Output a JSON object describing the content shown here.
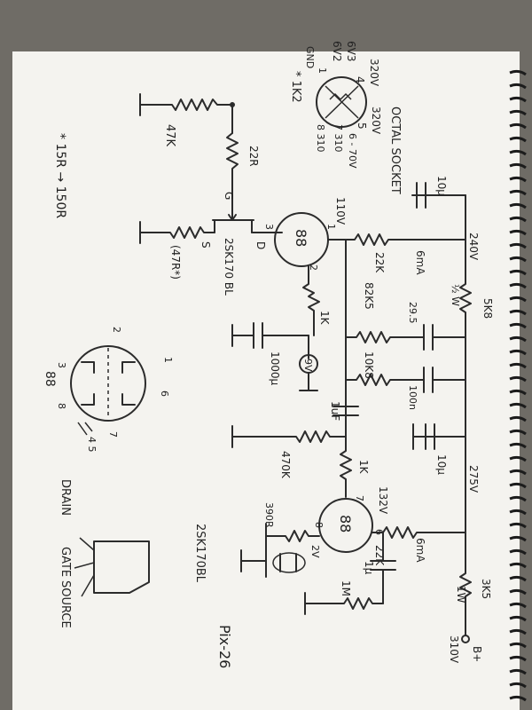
{
  "labels": {
    "octal_socket": "OCTAL SOCKET",
    "v320": "320V",
    "v320b": "320V",
    "pin_6v3": "6V3",
    "pin_6v2": "6V2",
    "pin_gnd": "GND",
    "pin_4": "4",
    "pin_5": "5",
    "pin_1": "1",
    "pin_7_310": "7 310",
    "pin_8_310": "8 310",
    "pin_6_70v": "6 - 70V",
    "star_1k2": "* 1K2",
    "r_47k": "47K",
    "r_22r": "22R",
    "g": "G",
    "s": "S",
    "d": "D",
    "r_47r": "(47R*)",
    "jfet_part": "2SK170 BL",
    "star_15r": "* 15R → 150R",
    "tube1": "88",
    "pin3": "3",
    "pin1": "1",
    "pin2": "2",
    "v110": "110V",
    "c_10u": "10µ",
    "v240": "240V",
    "r_5k8": "5K8",
    "r_half_w": "½ W",
    "ma6": "6mA",
    "r_22k": "22K",
    "r_82k5": "82K5",
    "v29_5": "29.5",
    "r_1k": "1K",
    "r_10k8": "10K8",
    "c_1000u": "1000µ",
    "c_100n": "100n",
    "bat_9v": "9V",
    "c_1uf": "1uF",
    "c_10u2": "10µ",
    "r_470k": "470K",
    "r_1k2": "1K",
    "v275": "275V",
    "v132": "132V",
    "tube2": "88",
    "p8": "8",
    "p6": "6",
    "p7": "7",
    "r_390r": "390R",
    "v2": "2V",
    "ma6b": "6mA",
    "r_22k2": "22K",
    "c_1u": "1µ",
    "r_1m": "1M",
    "r_3k5": "3K5",
    "r_1w": "1W",
    "bplus": "B+",
    "v310": "310V",
    "pin_diag_title": "88",
    "pd1": "1",
    "pd2": "2",
    "pd3": "3",
    "pd6": "6",
    "pd7": "7",
    "pd8": "8",
    "pd45": "4 5",
    "drain": "DRAIN",
    "gate": "GATE",
    "source": "SOURCE",
    "jfet_title": "2SK170BL",
    "pix": "Pix-26"
  }
}
